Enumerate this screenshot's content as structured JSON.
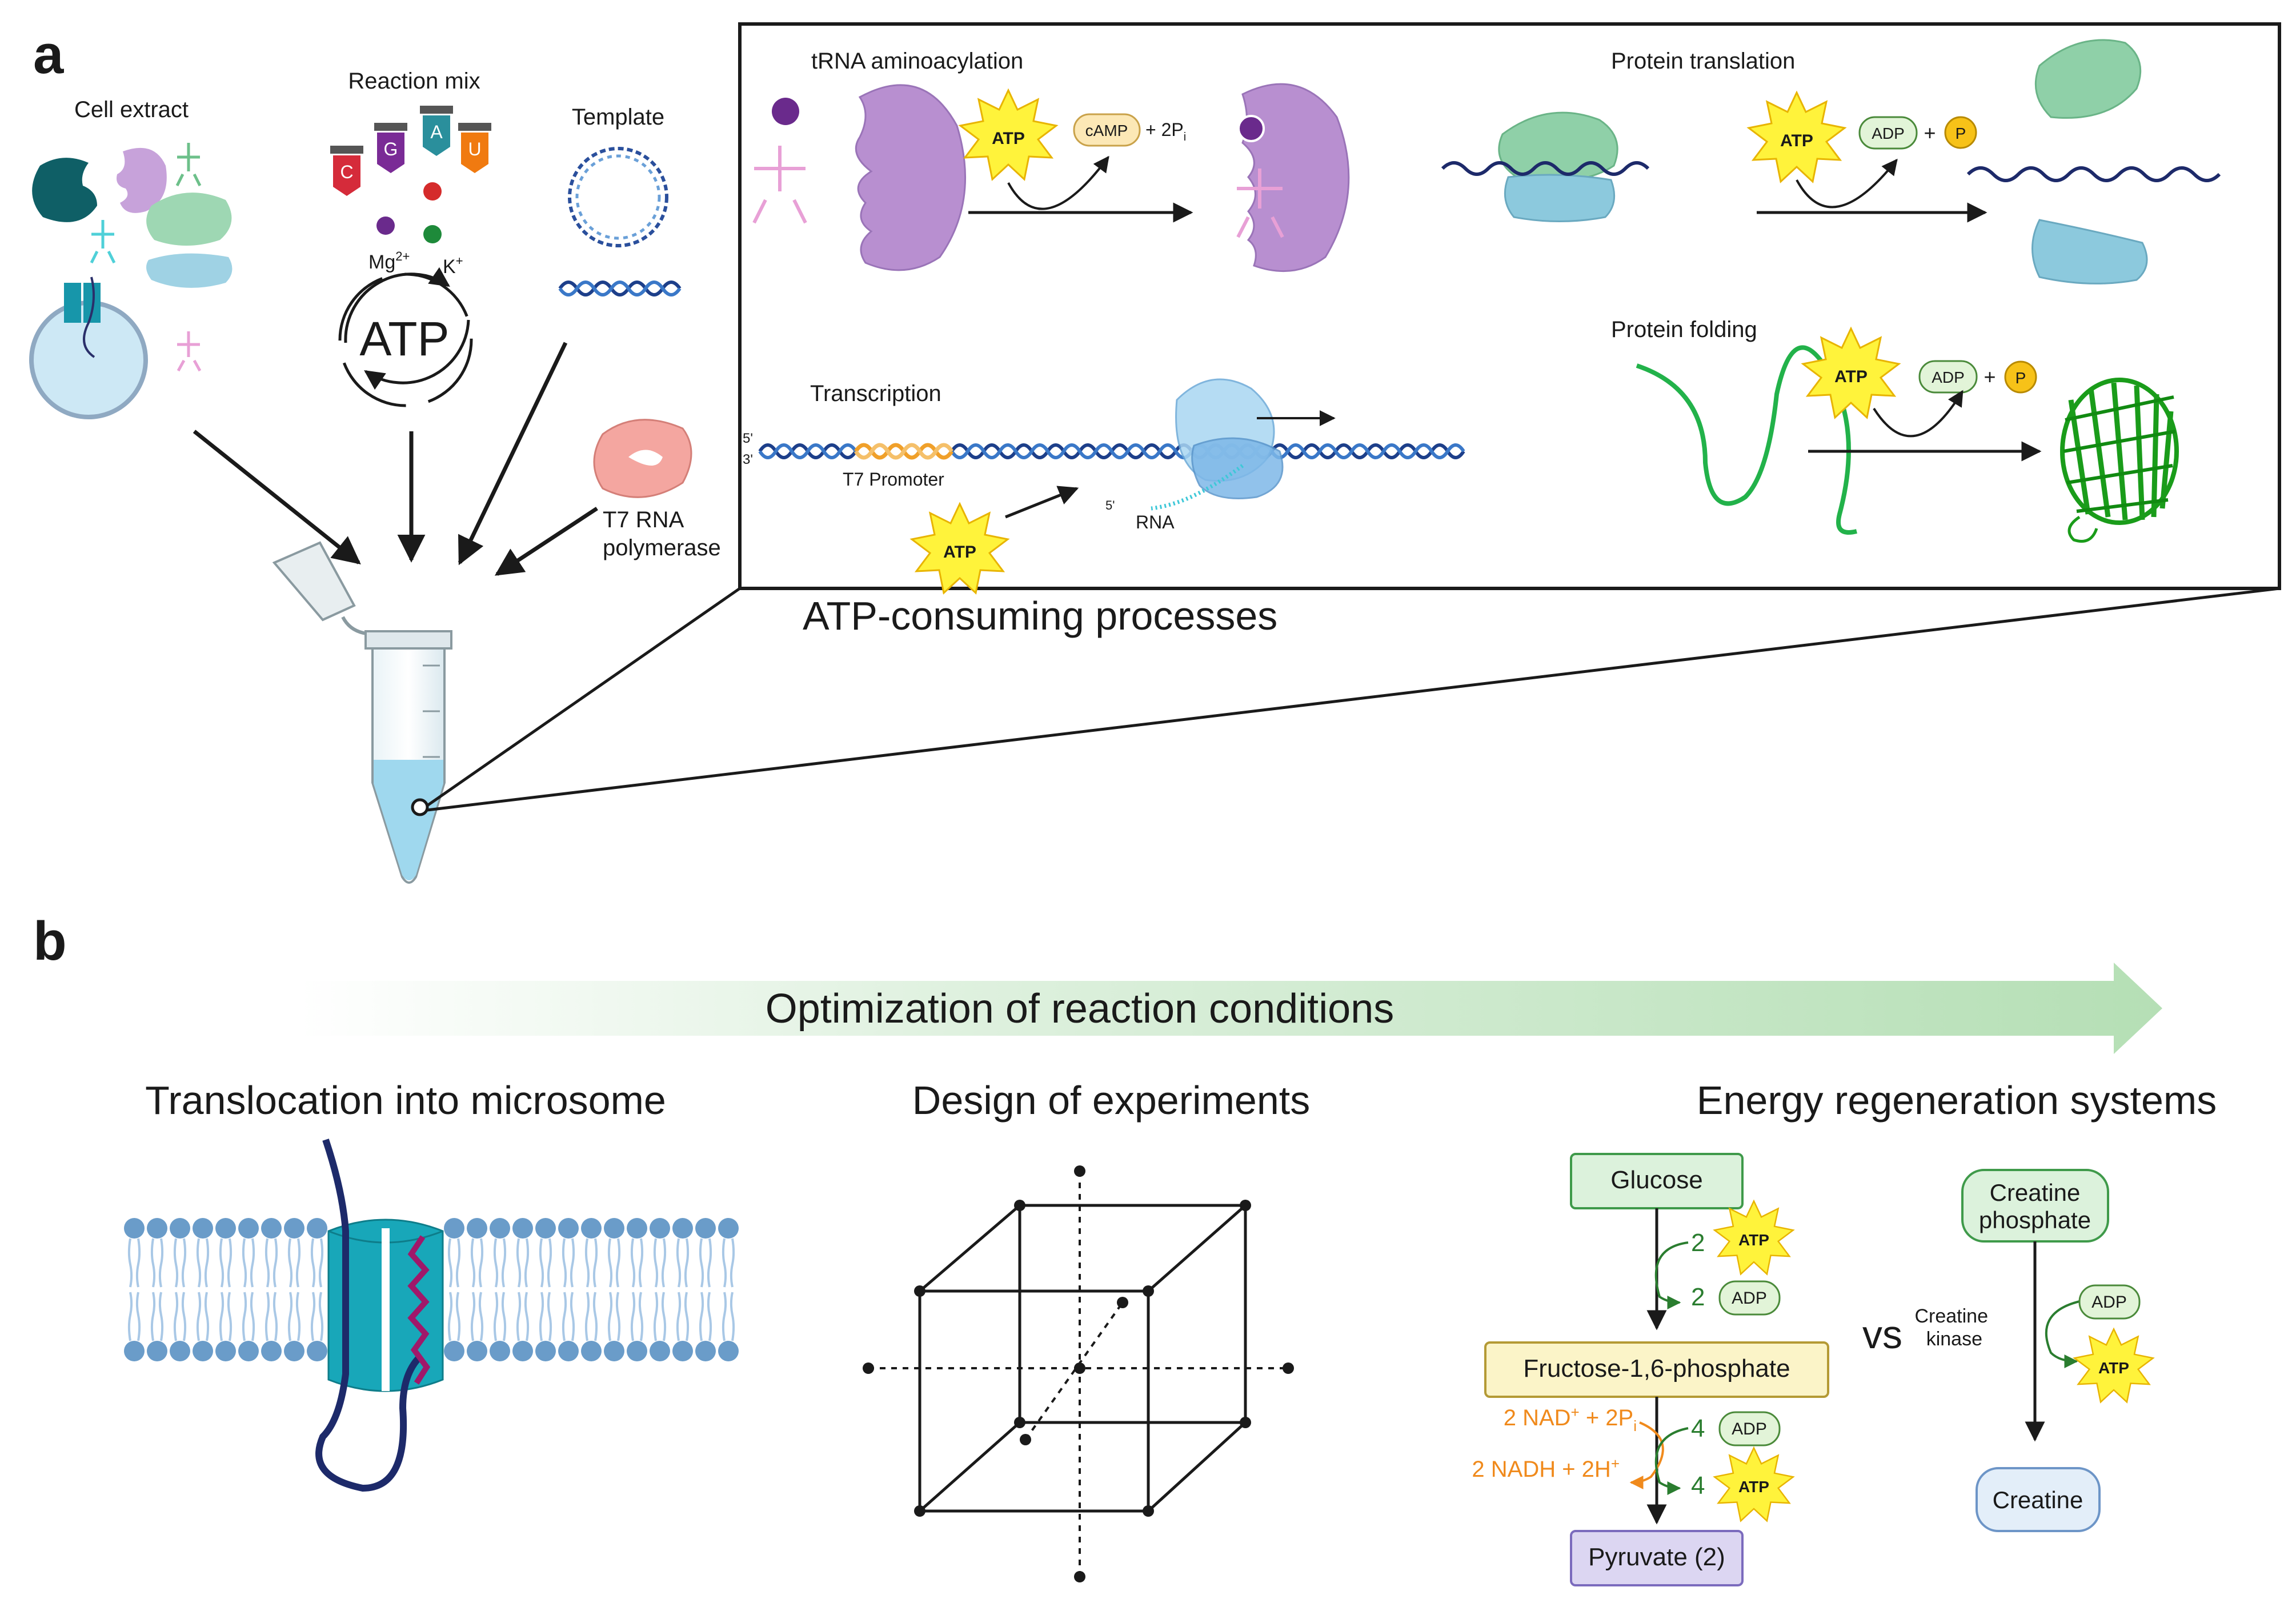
{
  "panel_a": {
    "letter": "a",
    "cell_extract": "Cell extract",
    "reaction_mix": "Reaction mix",
    "nucleotides": [
      "C",
      "G",
      "A",
      "U"
    ],
    "mg_ion": "Mg",
    "mg_charge": "2+",
    "k_ion": "K",
    "k_charge": "+",
    "atp_cycle": "ATP",
    "template": "Template",
    "t7_line1": "T7 RNA",
    "t7_line2": "polymerase",
    "inset_caption": "ATP-consuming processes",
    "trna": {
      "title": "tRNA aminoacylation",
      "atp": "ATP",
      "camp": "cAMP",
      "plus_2p": "+ 2P",
      "p_sub": "i"
    },
    "translation": {
      "title": "Protein translation",
      "atp": "ATP",
      "adp": "ADP",
      "plus": "+",
      "p": "P"
    },
    "transcription": {
      "title": "Transcription",
      "five_prime": "5'",
      "three_prime": "3'",
      "promoter": "T7 Promoter",
      "rna_5": "5'",
      "rna": "RNA",
      "atp": "ATP"
    },
    "folding": {
      "title": "Protein folding",
      "atp": "ATP",
      "adp": "ADP",
      "plus": "+",
      "p": "P"
    }
  },
  "panel_b": {
    "letter": "b",
    "banner": "Optimization of reaction conditions",
    "translocation_title": "Translocation into microsome",
    "doe_title": "Design of experiments",
    "energy_title": "Energy regeneration systems",
    "glycolysis": {
      "glucose": "Glucose",
      "two_a": "2",
      "atp_a": "ATP",
      "two_b": "2",
      "adp_a": "ADP",
      "fructose": "Fructose-1,6-phosphate",
      "nad": "2 NAD",
      "nad_sup": "+",
      "nad_rest": " + 2P",
      "nad_sub": "i",
      "nadh": "2 NADH + 2H",
      "nadh_sup": "+",
      "four_a": "4",
      "adp_b": "ADP",
      "four_b": "4",
      "atp_b": "ATP",
      "pyruvate": "Pyruvate (2)"
    },
    "vs": "vs",
    "creatine": {
      "cp_line1": "Creatine",
      "cp_line2": "phosphate",
      "kinase_line1": "Creatine",
      "kinase_line2": "kinase",
      "adp": "ADP",
      "atp": "ATP",
      "creatine": "Creatine"
    }
  },
  "colors": {
    "arrow": "#1a1a1a",
    "atp_star": "#fff33b",
    "atp_star_stroke": "#e8b400",
    "green_box": "#dcf2dc",
    "green_box_stroke": "#3f9a4a",
    "yellow_box": "#fbf4c8",
    "yellow_box_stroke": "#b49a35",
    "purple_box": "#dcd6f2",
    "purple_box_stroke": "#7b6bbd",
    "blue_box": "#e3eef9",
    "blue_box_stroke": "#6d95c7",
    "orange": "#f08a1c",
    "dark_green": "#2a7d2f",
    "dna_blue": "#1d3f8a",
    "promoter_orange": "#f0a02a",
    "gfp_green": "#1a9c1a",
    "ribosome_purple": "#b88fd0",
    "ribosome_green": "#8fd0a8",
    "ribosome_blue": "#8cc9dd",
    "t7_pink": "#f4a6a0",
    "tube_liquid": "#9fd8ee",
    "banner_green": "#b9e2b9",
    "membrane_head": "#6a9cc9",
    "membrane_tail": "#a9c8e6",
    "channel_teal": "#18a7b9"
  }
}
